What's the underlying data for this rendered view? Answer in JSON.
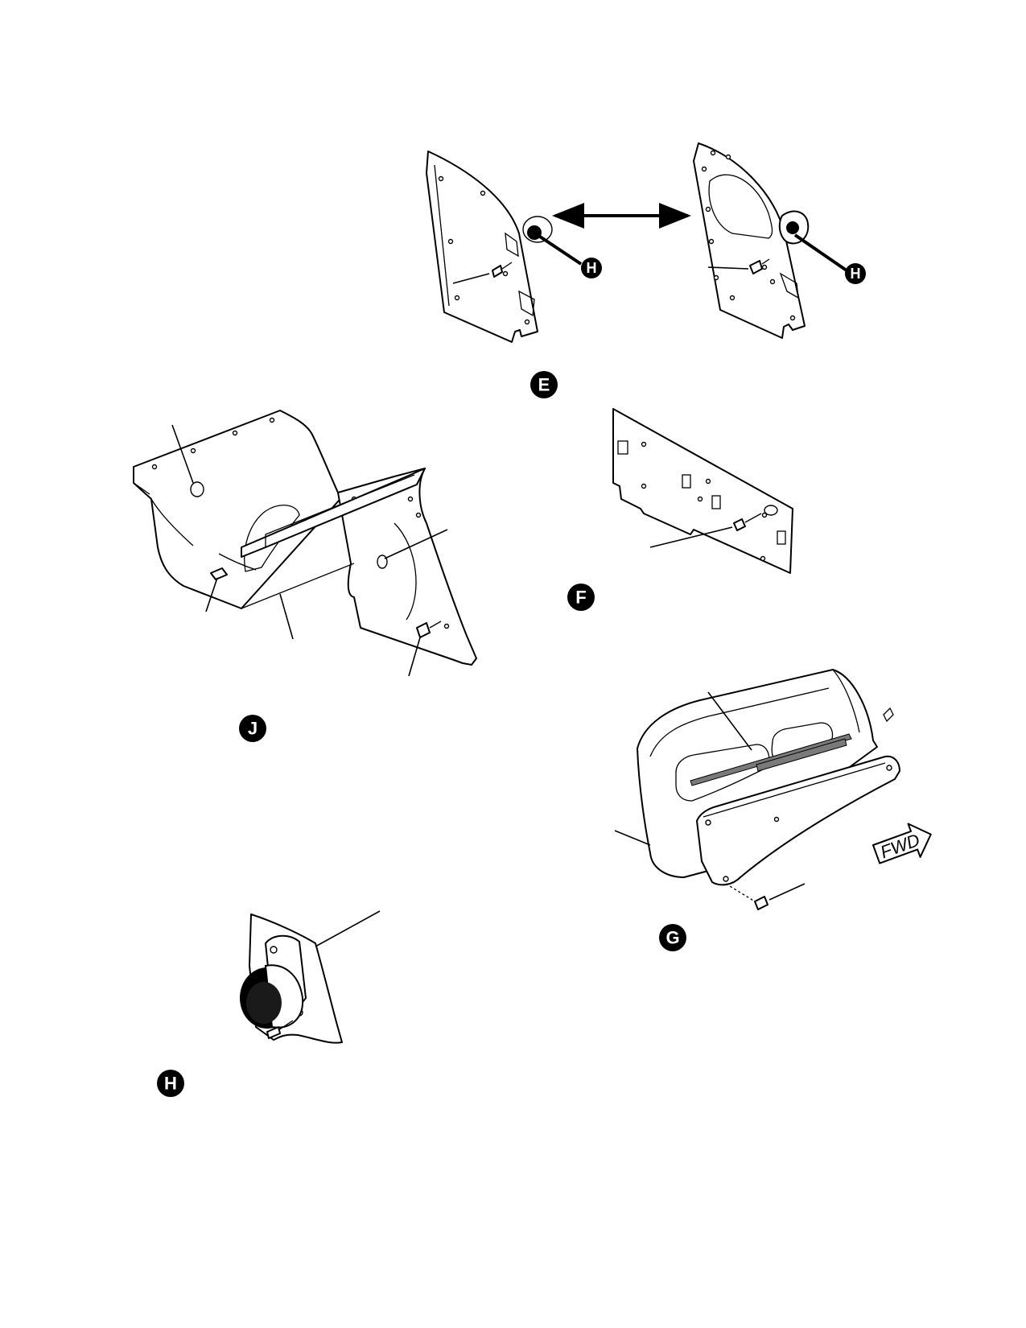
{
  "callouts": {
    "E": "E",
    "F": "F",
    "G": "G",
    "H": "H",
    "J": "J",
    "H_ref_left": "H",
    "H_ref_right": "H"
  },
  "labels": {
    "fwd": "FWD"
  }
}
